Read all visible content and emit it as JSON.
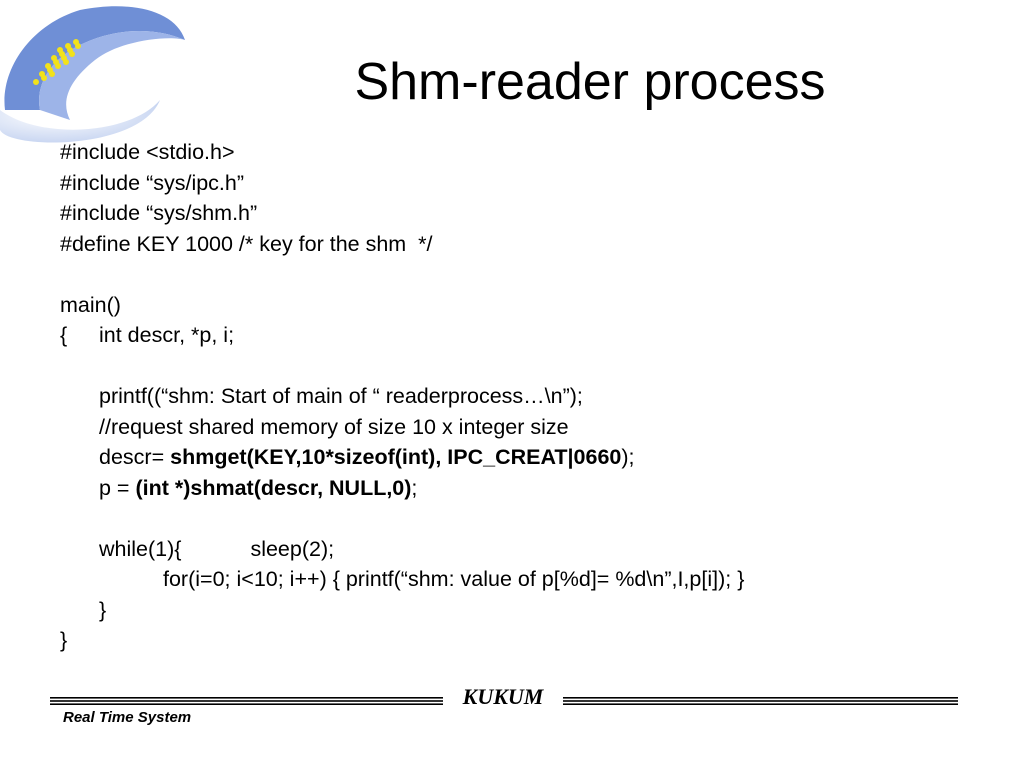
{
  "slide": {
    "title": "Shm-reader process",
    "code": {
      "l1": "#include <stdio.h>",
      "l2": "#include “sys/ipc.h”",
      "l3": "#include “sys/shm.h”",
      "l4": "#define KEY 1000 /* key for the shm  */",
      "l5": "main()",
      "l6_brace": "{",
      "l6_rest": "int descr, *p, i;",
      "l7": "printf((“shm: Start of main of “ readerprocess…\\n”);",
      "l8": "//request shared memory of size 10 x integer size",
      "l9_pre": "descr= ",
      "l9_bold": "shmget(KEY,10*sizeof(int), IPC_CREAT|0660",
      "l9_post": ");",
      "l10_pre": "p = ",
      "l10_bold": "(int *)shmat(descr, NULL,0)",
      "l10_post": ";",
      "l11_a": "while(1){",
      "l11_b": "sleep(2);",
      "l12": "for(i=0; i<10; i++) { printf(“shm: value of p[%d]= %d\\n”,I,p[i]); }",
      "l13": "}",
      "l14": "}"
    },
    "footer": {
      "brand": "KUKUM",
      "left": "Real Time System"
    }
  },
  "colors": {
    "logo_blue": "#6f8fd6",
    "logo_light": "#c6d4f1",
    "logo_dots": "#f2e21a"
  }
}
